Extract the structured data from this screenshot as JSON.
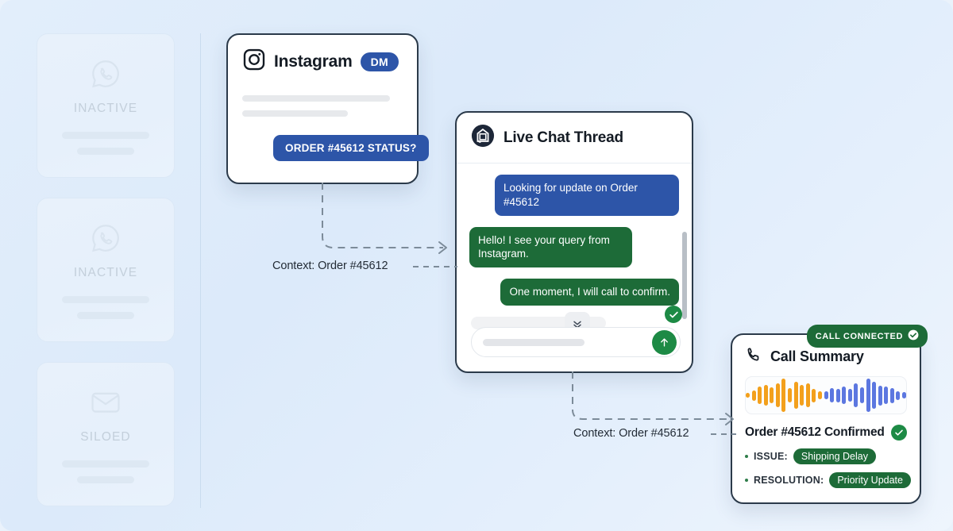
{
  "theme": {
    "bg_start": "#e2eefb",
    "bg_end": "#eef5fd",
    "brand_blue": "#2d55a8",
    "brand_green": "#1d6b38",
    "check_green": "#1d8a45",
    "ink": "#141b24",
    "muted": "#c3cfdb",
    "wave_orange": "#f3a01c",
    "wave_blue": "#5c77e0"
  },
  "sidebar": {
    "cards": [
      {
        "label": "INACTIVE",
        "icon": "whatsapp-icon"
      },
      {
        "label": "INACTIVE",
        "icon": "whatsapp-icon"
      },
      {
        "label": "SILOED",
        "icon": "mail-icon"
      }
    ]
  },
  "instagram_card": {
    "icon": "instagram-icon",
    "title": "Instagram",
    "badge": "DM",
    "message_chip": "ORDER #45612 STATUS?"
  },
  "chat_card": {
    "icon": "home-logo-icon",
    "title": "Live Chat Thread",
    "messages": [
      {
        "side": "user",
        "text": "Looking for update on Order #45612"
      },
      {
        "side": "agent",
        "text": "Hello! I see your query from Instagram."
      },
      {
        "side": "agent",
        "text": "One moment, I will call to confirm."
      }
    ],
    "scroll_down_icon": "chevron-double-down-icon",
    "delivered_icon": "check-circle-icon",
    "send_icon": "arrow-up-icon",
    "input_placeholder": ""
  },
  "call_card": {
    "status_badge": "CALL CONNECTED",
    "status_icon": "check-circle-icon",
    "icon": "phone-icon",
    "title": "Call Summary",
    "result": "Order #45612 Confirmed",
    "result_icon": "check-circle-icon",
    "details": [
      {
        "key": "ISSUE:",
        "value": "Shipping Delay"
      },
      {
        "key": "RESOLUTION:",
        "value": "Priority Update"
      }
    ]
  },
  "connectors": [
    {
      "label": "Context: Order #45612"
    },
    {
      "label": "Context: Order #45612"
    }
  ],
  "chart_data": {
    "type": "bar",
    "title": "Call audio waveform",
    "series": [
      {
        "name": "caller",
        "color": "#f3a01c",
        "values": [
          6,
          13,
          22,
          26,
          20,
          30,
          42,
          18,
          34,
          26,
          30,
          17,
          10
        ]
      },
      {
        "name": "agent",
        "color": "#5c77e0",
        "values": [
          10,
          18,
          17,
          22,
          16,
          30,
          20,
          42,
          34,
          25,
          22,
          19,
          11,
          8
        ]
      }
    ],
    "ylim": [
      0,
      44
    ],
    "grid": false,
    "legend": "none"
  }
}
